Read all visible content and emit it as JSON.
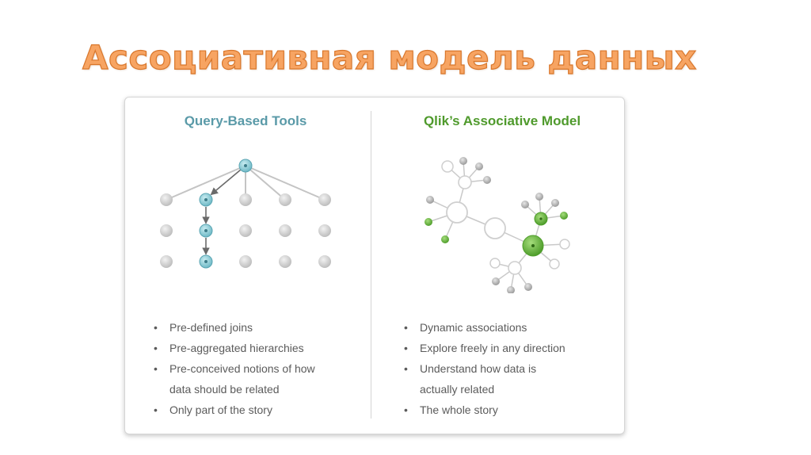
{
  "title": "Ассоциативная модель данных",
  "left": {
    "heading": "Query-Based Tools",
    "bullets": [
      {
        "lines": [
          "Pre-defined joins"
        ]
      },
      {
        "lines": [
          "Pre-aggregated hierarchies"
        ]
      },
      {
        "lines": [
          "Pre-conceived notions of how",
          "data should be related"
        ]
      },
      {
        "lines": [
          "Only part of the story"
        ]
      }
    ]
  },
  "right": {
    "heading": "Qlik’s Associative Model",
    "bullets": [
      {
        "lines": [
          "Dynamic associations"
        ]
      },
      {
        "lines": [
          "Explore freely in any direction"
        ]
      },
      {
        "lines": [
          "Understand how data is",
          "actually related"
        ]
      },
      {
        "lines": [
          "The whole story"
        ]
      }
    ]
  },
  "bullet_glyph": "•",
  "colors": {
    "title_fill": "#f7a462",
    "title_stroke": "#d9772c",
    "query_accent": "#5a9aa8",
    "query_node_highlight": "#8ec9d3",
    "qlik_accent": "#4f9a2c",
    "qlik_node_highlight": "#6fbf3e",
    "node_gray": "#c9c9c9",
    "node_dark_gray": "#8e8e8e",
    "text": "#5b5b5b"
  }
}
